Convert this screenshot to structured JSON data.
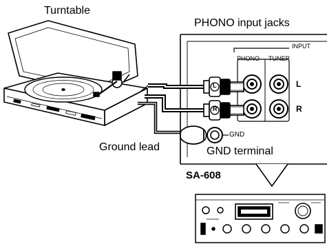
{
  "labels": {
    "turntable": "Turntable",
    "phono_input_jacks": "PHONO input jacks",
    "input": "INPUT",
    "phono": "PHONO",
    "tuner": "TUNER",
    "left": "L",
    "right": "R",
    "plug_left": "L",
    "plug_right": "R",
    "gnd": "GND",
    "ground_lead": "Ground lead",
    "gnd_terminal": "GND terminal",
    "model": "SA-608"
  }
}
